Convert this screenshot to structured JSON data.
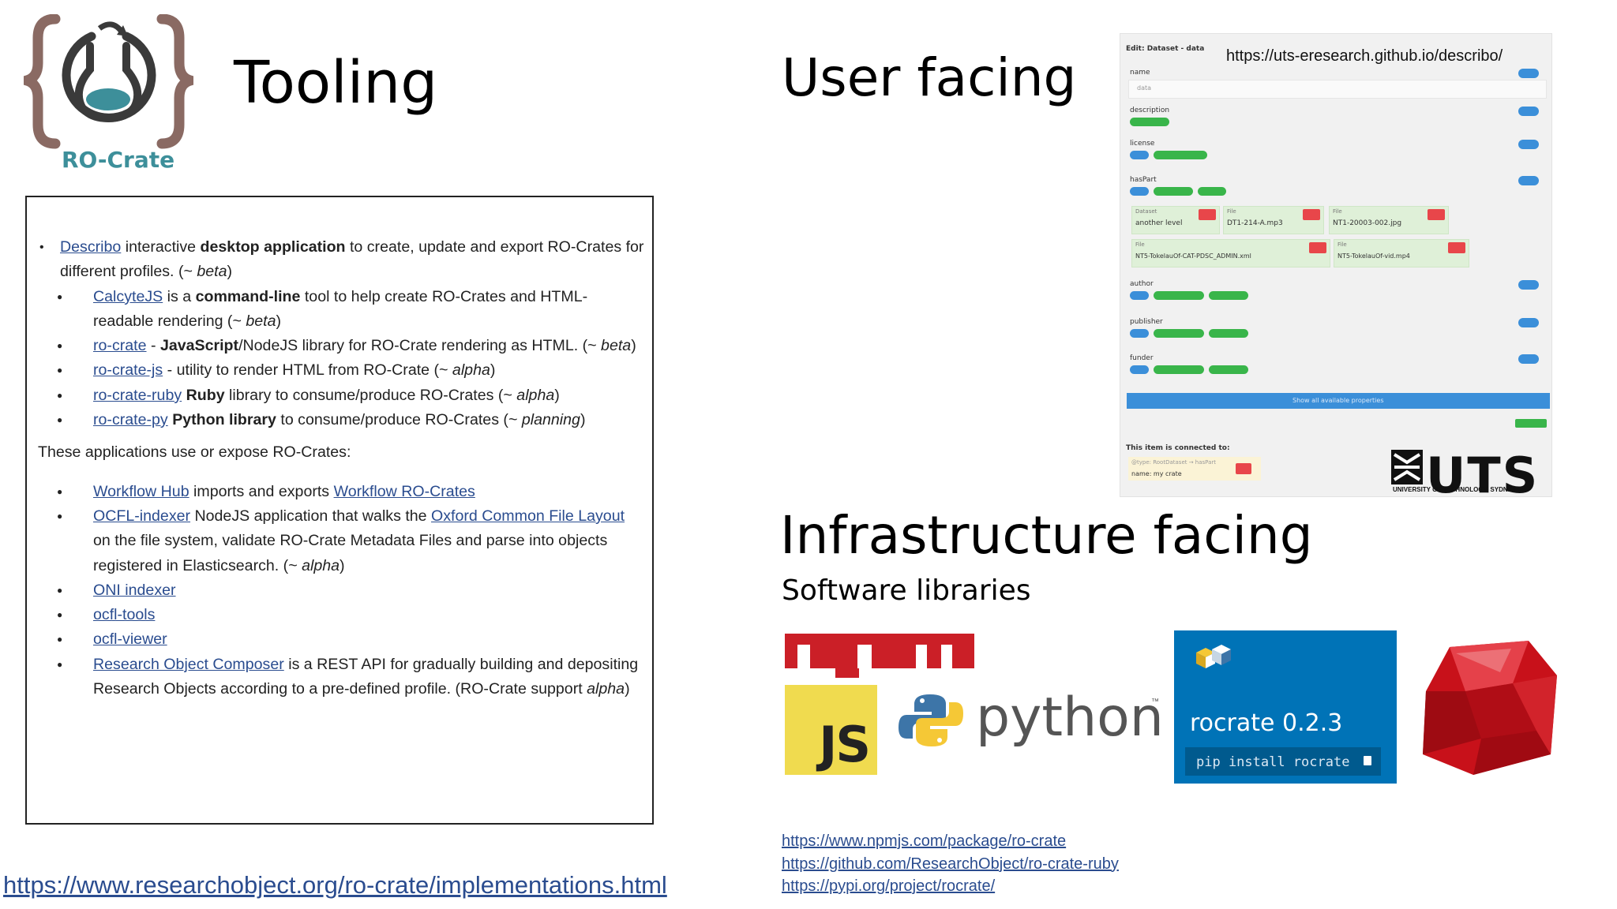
{
  "logo": {
    "text": "RO-Crate"
  },
  "headings": {
    "tooling": "Tooling",
    "user_facing": "User facing",
    "infra_facing": "Infrastructure  facing",
    "software_libraries": "Software libraries"
  },
  "tooling_box": {
    "item1": {
      "link": "Describo",
      "t1": " interactive ",
      "b1": "desktop application",
      "t2": "  to create, update and export RO-Crates for different profiles. (~ ",
      "i1": "beta",
      "t3": ")"
    },
    "sub1": {
      "link": "CalcyteJS",
      "t1": " is a ",
      "b1": "command-line",
      "t2": "  tool to help create RO-Crates and HTML-readable rendering (~ ",
      "i1": "beta",
      "t3": ")"
    },
    "sub2": {
      "link": "ro-crate",
      "t1": " - ",
      "b1": "JavaScript",
      "t2": "/NodeJS library for RO-Crate rendering as HTML. (~ ",
      "i1": "beta",
      "t3": ")"
    },
    "sub3": {
      "link": "ro-crate-js",
      "t1": " - utility to render HTML from RO-Crate (~ ",
      "i1": "alpha",
      "t2": ")"
    },
    "sub4": {
      "link": "ro-crate-ruby",
      "t1": " ",
      "b1": "Ruby",
      "t2": " library to consume/produce RO-Crates (~ ",
      "i1": "alpha",
      "t3": ")"
    },
    "sub5": {
      "link": "ro-crate-py",
      "t1": " ",
      "b1": "Python library",
      "t2": " to consume/produce RO-Crates (~ ",
      "i1": "planning",
      "t3": ")"
    },
    "para": "These applications use or expose RO-Crates:",
    "app1": {
      "link": "Workflow Hub",
      "t1": " imports and exports ",
      "link2": "Workflow RO-Crates"
    },
    "app2": {
      "link": "OCFL-indexer",
      "t1": " NodeJS application that walks the ",
      "link2": "Oxford Common File Layout",
      "t2": " on the file system, validate RO-Crate Metadata Files and parse into objects registered in Elasticsearch. (~ ",
      "i1": "alpha",
      "t3": ")"
    },
    "app3": {
      "link": "ONI indexer"
    },
    "app4": {
      "link": "ocfl-tools"
    },
    "app5": {
      "link": "ocfl-viewer"
    },
    "app6": {
      "link": "Research Object Composer",
      "t1": " is a REST API for gradually building and depositing Research Objects according to a pre-defined profile. (RO-Crate support ",
      "i1": "alpha",
      "t2": ")"
    }
  },
  "describo_screenshot": {
    "url": "https://uts-eresearch.github.io/describo/",
    "edit_label": "Edit: Dataset - data",
    "name_label": "name",
    "name_value": "data",
    "description_label": "description",
    "license_label": "license",
    "haspart_label": "hasPart",
    "cards": [
      {
        "type": "Dataset",
        "name": "another level"
      },
      {
        "type": "File",
        "name": "DT1-214-A.mp3"
      },
      {
        "type": "File",
        "name": "NT1-20003-002.jpg"
      },
      {
        "type": "File",
        "name": "NT5-TokelauOf-CAT-PDSC_ADMIN.xml"
      },
      {
        "type": "File",
        "name": "NT5-TokelauOf-vid.mp4"
      }
    ],
    "author_label": "author",
    "publisher_label": "publisher",
    "funder_label": "funder",
    "show_all": "Show all available properties",
    "connected_label": "This item is connected to:",
    "connected_line1": "@type: RootDataset → hasPart",
    "connected_line2": "name: my crate",
    "uts_logo": "UTS",
    "uts_sub": "UNIVERSITY OF TECHNOLOGY, SYDNEY"
  },
  "logos": {
    "npm_text": "npm",
    "js_text": "JS",
    "python_text": "python",
    "python_tm": "™",
    "pypi_version": "rocrate 0.2.3",
    "pypi_command": "pip install rocrate"
  },
  "links": {
    "npm": "https://www.npmjs.com/package/ro-crate",
    "ruby": "https://github.com/ResearchObject/ro-crate-ruby",
    "pypi": "https://pypi.org/project/rocrate/",
    "implementations": "https://www.researchobject.org/ro-crate/implementations.html"
  },
  "colors": {
    "link": "#2a4c8f",
    "ro_crate_teal": "#3d8f9a",
    "ro_crate_brown": "#8a6a63",
    "npm_red": "#cb1f27",
    "js_yellow": "#f0db4f",
    "pypi_blue": "#0073b7",
    "ruby_red": "#c8111a"
  }
}
